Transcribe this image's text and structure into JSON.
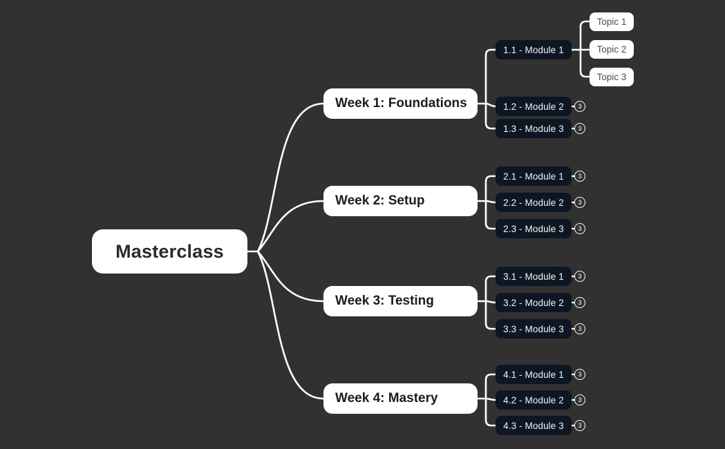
{
  "canvas": {
    "background": "#313131",
    "connector_color": "#ffffff",
    "node_fill_light": "#ffffff",
    "node_fill_dark": "#0d1623",
    "badge_ring_color": "#ffffff"
  },
  "mindmap": {
    "root": {
      "label": "Masterclass"
    },
    "branches": [
      {
        "label": "Week 1: Foundations",
        "children": [
          {
            "label": "1.1 - Module 1",
            "expanded": true,
            "topics": [
              {
                "label": "Topic 1"
              },
              {
                "label": "Topic 2"
              },
              {
                "label": "Topic 3"
              }
            ]
          },
          {
            "label": "1.2 - Module 2",
            "badge": "3"
          },
          {
            "label": "1.3 - Module 3",
            "badge": "3"
          }
        ]
      },
      {
        "label": "Week 2: Setup",
        "children": [
          {
            "label": "2.1 - Module 1",
            "badge": "3"
          },
          {
            "label": "2.2 - Module 2",
            "badge": "3"
          },
          {
            "label": "2.3 - Module 3",
            "badge": "3"
          }
        ]
      },
      {
        "label": "Week 3: Testing",
        "children": [
          {
            "label": "3.1 - Module 1",
            "badge": "3"
          },
          {
            "label": "3.2 - Module 2",
            "badge": "3"
          },
          {
            "label": "3.3 - Module 3",
            "badge": "3"
          }
        ]
      },
      {
        "label": "Week 4: Mastery",
        "children": [
          {
            "label": "4.1 - Module 1",
            "badge": "3"
          },
          {
            "label": "4.2 - Module 2",
            "badge": "3"
          },
          {
            "label": "4.3 - Module 3",
            "badge": "3"
          }
        ]
      }
    ]
  }
}
